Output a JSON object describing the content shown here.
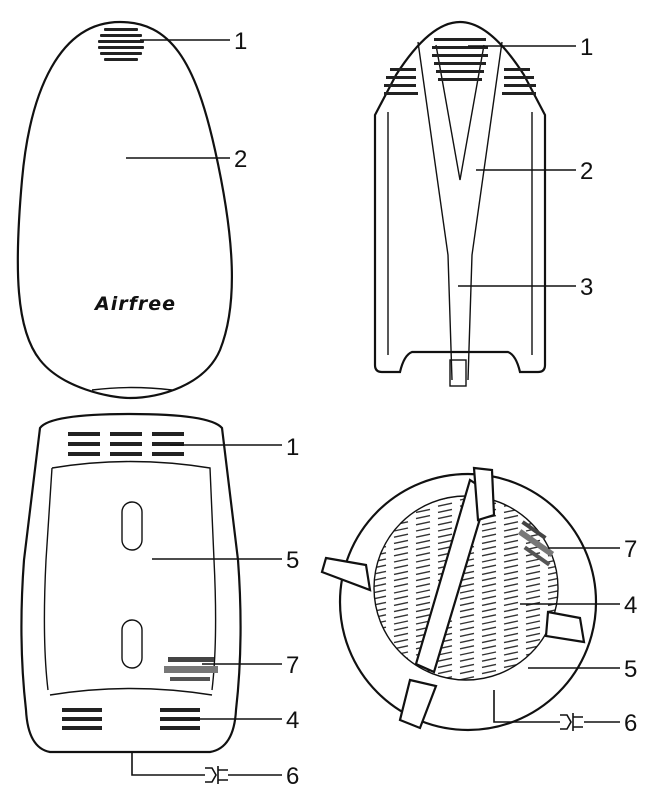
{
  "figures": [
    {
      "id": "front-view",
      "brand": "Airfree",
      "callouts": [
        "1",
        "2"
      ]
    },
    {
      "id": "side-view",
      "callouts": [
        "1",
        "2",
        "3"
      ]
    },
    {
      "id": "back-view",
      "callouts": [
        "1",
        "5",
        "7",
        "4",
        "6"
      ]
    },
    {
      "id": "bottom-view",
      "callouts": [
        "7",
        "4",
        "5",
        "6"
      ]
    }
  ]
}
